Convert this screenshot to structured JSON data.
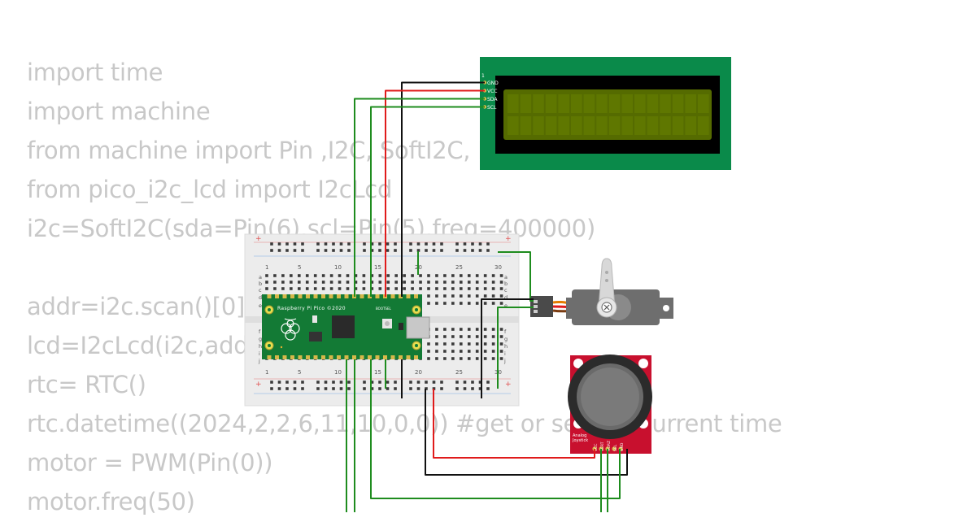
{
  "code_lines": [
    "import time",
    "import machine",
    "from machine import Pin ,I2C, SoftI2C, PWM, ADC",
    "from pico_i2c_lcd import I2cLcd",
    "i2c=SoftI2C(sda=Pin(6),scl=Pin(5),freq=400000)",
    "",
    "addr=i2c.scan()[0]",
    "lcd=I2cLcd(i2c,addr,2,16)",
    "rtc= RTC()",
    "rtc.datetime((2024,2,2,6,11,10,0,0)) #get or set the current time",
    "motor = PWM(Pin(0))",
    "motor.freq(50)"
  ],
  "lcd": {
    "pin_index": "1",
    "pins": [
      "GND",
      "VCC",
      "SDA",
      "SCL"
    ]
  },
  "breadboard": {
    "column_numbers": [
      "1",
      "5",
      "10",
      "15",
      "20",
      "25",
      "30"
    ],
    "row_letters_top": [
      "a",
      "b",
      "c",
      "d",
      "e"
    ],
    "row_letters_bottom": [
      "f",
      "g",
      "h",
      "i",
      "j"
    ]
  },
  "pico": {
    "label": "Raspberry Pi Pico ©2020",
    "button_labels": "BOOTSEL"
  },
  "joystick": {
    "label_line1": "Analog",
    "label_line2": "Joystick",
    "pins": [
      "VCC",
      "VERT",
      "HORZ",
      "SEL",
      "GND"
    ]
  },
  "colors": {
    "wire_green": "#1e8c1e",
    "wire_red": "#e01b1b",
    "wire_black": "#111111",
    "lcd_pcb": "#0a8a4a",
    "lcd_screen": "#556b00",
    "pico_pcb": "#137a35",
    "joystick_pcb": "#c8102e",
    "code_text": "#c8c8c8"
  }
}
